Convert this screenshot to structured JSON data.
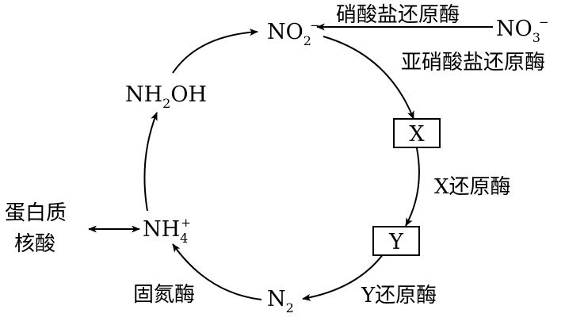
{
  "species": {
    "no2": {
      "base": "NO",
      "sub": "2",
      "sup": "−"
    },
    "no3": {
      "base": "NO",
      "sub": "3",
      "sup": "−"
    },
    "nh2oh": {
      "base1": "NH",
      "sub": "2",
      "base2": "OH"
    },
    "nh4": {
      "base": "NH",
      "sub": "4",
      "sup": "+"
    },
    "n2": {
      "base": "N",
      "sub": "2"
    },
    "x": "X",
    "y": "Y"
  },
  "enzymes": {
    "nitrate_reductase": "硝酸盐还原酶",
    "nitrite_reductase": "亚硝酸盐还原酶",
    "x_reductase": "X还原酶",
    "y_reductase": "Y还原酶",
    "nitrogenase": "固氮酶"
  },
  "biomolecules": {
    "protein": "蛋白质",
    "nucleic_acid": "核酸"
  }
}
